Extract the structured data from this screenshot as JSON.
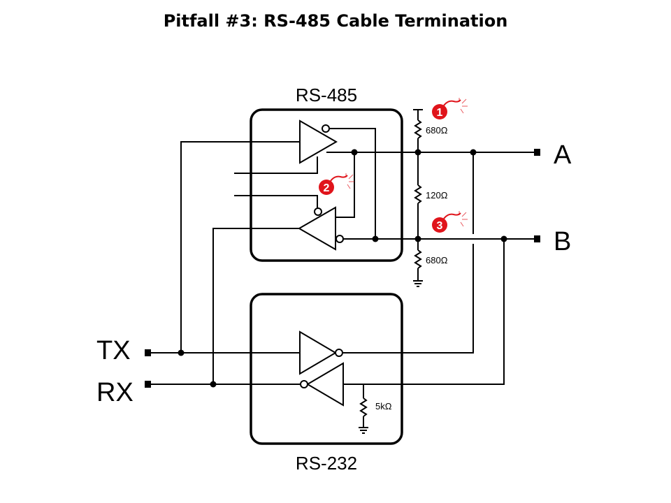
{
  "title": "Pitfall #3: RS-485 Cable Termination",
  "blocks": {
    "rs485": {
      "label": "RS-485"
    },
    "rs232": {
      "label": "RS-232"
    }
  },
  "terminals": {
    "a": "A",
    "b": "B",
    "tx": "TX",
    "rx": "RX"
  },
  "resistors": {
    "pullup": "680Ω",
    "termination": "120Ω",
    "pulldown": "680Ω",
    "rs232_pulldown": "5kΩ"
  },
  "pitfalls": [
    {
      "number": "1",
      "icon": "bomb-icon"
    },
    {
      "number": "2",
      "icon": "bomb-icon"
    },
    {
      "number": "3",
      "icon": "bomb-icon"
    }
  ],
  "colors": {
    "wire": "#000000",
    "pitfall": "#e0141b"
  }
}
